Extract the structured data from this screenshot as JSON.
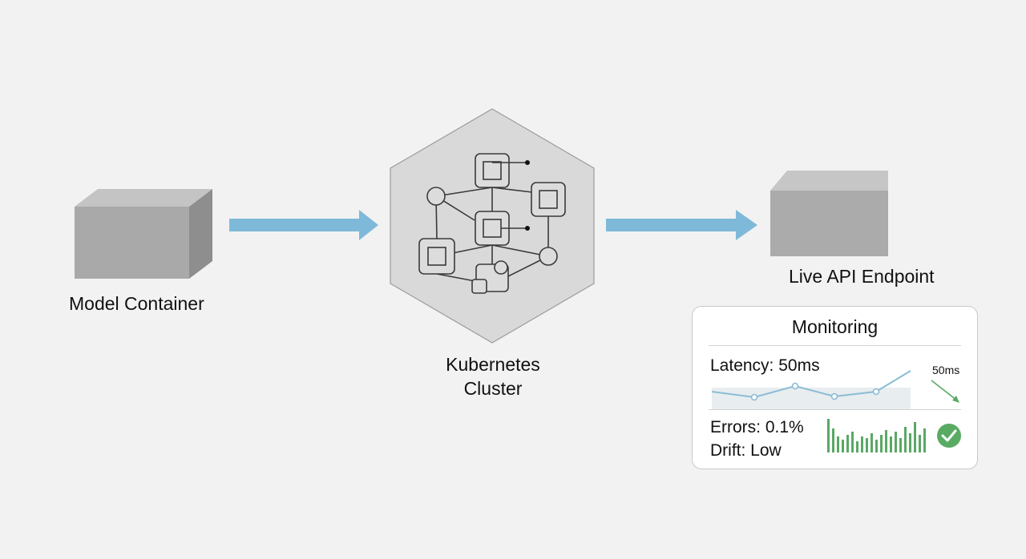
{
  "nodes": {
    "model_container": "Model Container",
    "kubernetes_line1": "Kubernetes",
    "kubernetes_line2": "Cluster",
    "endpoint": "Live API Endpoint"
  },
  "monitoring": {
    "title": "Monitoring",
    "latency": "Latency: 50ms",
    "latency_badge": "50ms",
    "errors": "Errors: 0.1%",
    "drift": "Drift: Low",
    "status": "ok"
  },
  "colors": {
    "arrow": "#7fb9d9",
    "box": "#a8a8a8",
    "hexagon": "#d9d9d9",
    "sparkline": "#8bbcd4",
    "bars": "#5aa865",
    "check": "#59ab63"
  }
}
